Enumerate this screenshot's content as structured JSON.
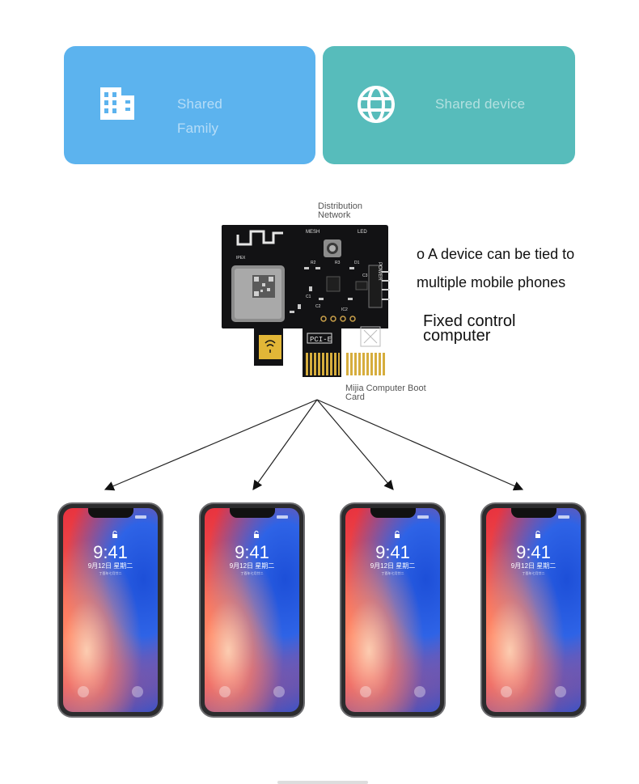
{
  "cards": [
    {
      "label_line1": "Shared",
      "label_line2": "Family",
      "icon": "building-icon",
      "color": "#5cb3ee"
    },
    {
      "label": "Shared device",
      "icon": "globe-icon",
      "color": "#57bcbb"
    }
  ],
  "board": {
    "top_label_line1": "Distribution",
    "top_label_line2": "Network",
    "bottom_label_line1": "Mijia Computer Boot",
    "bottom_label_line2": "Card",
    "silkscreen": {
      "mesh": "MESH",
      "led": "LED",
      "power": "POWER",
      "ipex": "IPEX",
      "pcie": "PCI-E",
      "r2": "R2",
      "r3": "R3",
      "d1": "D1",
      "c1": "C1",
      "c2": "C2",
      "c3": "C3",
      "ic2": "IC2"
    }
  },
  "side_text": {
    "line1": "o A device can be tied to",
    "line2": "multiple mobile phones",
    "fixed_line1": "Fixed control",
    "fixed_line2": "computer"
  },
  "phones": [
    {
      "time": "9:41",
      "date": "9月12日 星期二",
      "sub": "丁酉年七月廿二"
    },
    {
      "time": "9:41",
      "date": "9月12日 星期二",
      "sub": "丁酉年七月廿二"
    },
    {
      "time": "9:41",
      "date": "9月12日 星期二",
      "sub": "丁酉年七月廿二"
    },
    {
      "time": "9:41",
      "date": "9月12日 星期二",
      "sub": "丁酉年七月廿二"
    }
  ]
}
